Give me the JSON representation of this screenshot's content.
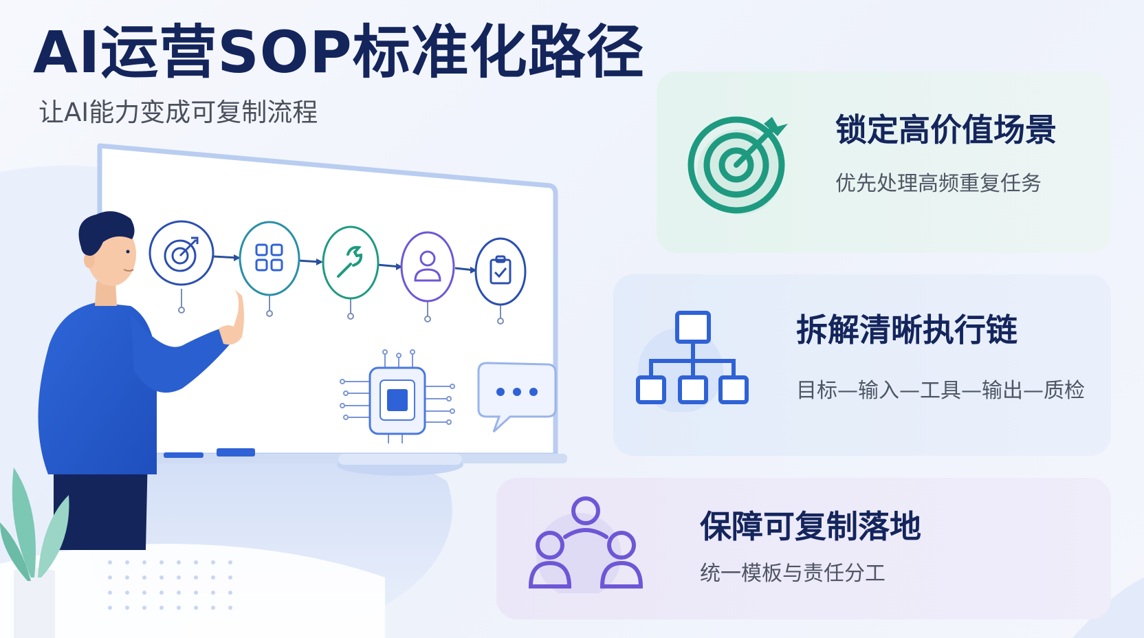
{
  "header": {
    "title": "AI运营SOP标准化路径",
    "subtitle": "让AI能力变成可复制流程"
  },
  "cards": [
    {
      "title": "锁定高价值场景",
      "description": "优先处理高频重复任务",
      "icon": "target-icon",
      "accent": "#1e9a80"
    },
    {
      "title": "拆解清晰执行链",
      "description": "目标—输入—工具—输出—质检",
      "icon": "hierarchy-icon",
      "accent": "#2f62d6"
    },
    {
      "title": "保障可复制落地",
      "description": "统一模板与责任分工",
      "icon": "team-icon",
      "accent": "#6e57d6"
    }
  ],
  "illustration": {
    "flow_steps": [
      "target-icon",
      "grid-icon",
      "wrench-icon",
      "user-icon",
      "clipboard-check-icon"
    ],
    "colors": {
      "navy": "#14255c",
      "blue": "#2f62d6",
      "teal": "#1e9a80",
      "purple": "#6e57d6"
    }
  }
}
